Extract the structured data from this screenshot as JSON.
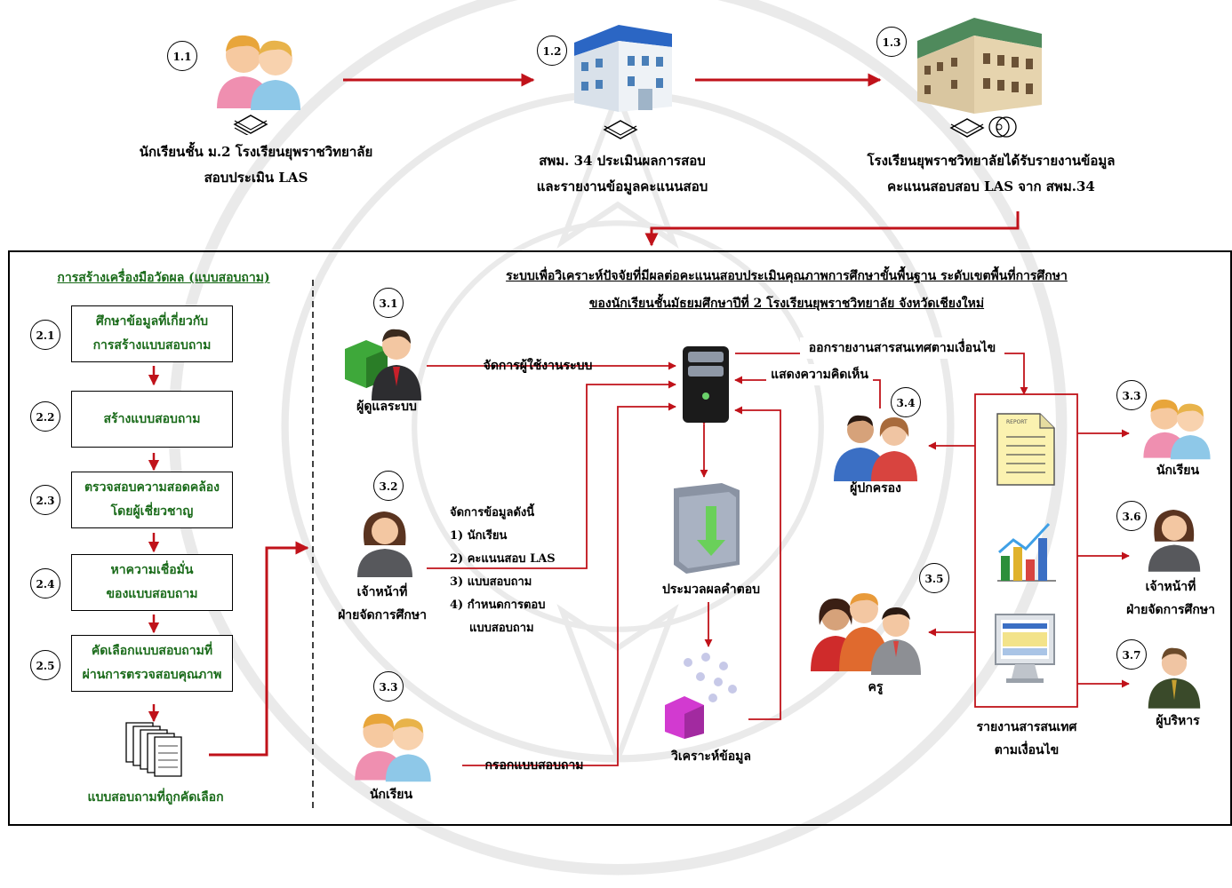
{
  "top": {
    "step_1_1": {
      "number": "1.1",
      "line1": "นักเรียนชั้น ม.2 โรงเรียนยุพราชวิทยาลัย",
      "line2": "สอบประเมิน LAS"
    },
    "step_1_2": {
      "number": "1.2",
      "line1": "สพม. 34 ประเมินผลการสอบ",
      "line2": "และรายงานข้อมูลคะแนนสอบ"
    },
    "step_1_3": {
      "number": "1.3",
      "line1": "โรงเรียนยุพราชวิทยาลัยได้รับรายงานข้อมูล",
      "line2": "คะแนนสอบสอบ LAS จาก สพม.34"
    }
  },
  "left_panel": {
    "heading": "การสร้างเครื่องมือวัดผล (แบบสอบถาม)",
    "steps": [
      {
        "number": "2.1",
        "line1": "ศึกษาข้อมูลที่เกี่ยวกับ",
        "line2": "การสร้างแบบสอบถาม"
      },
      {
        "number": "2.2",
        "line1": "สร้างแบบสอบถาม",
        "line2": ""
      },
      {
        "number": "2.3",
        "line1": "ตรวจสอบความสอดคล้อง",
        "line2": "โดยผู้เชี่ยวชาญ"
      },
      {
        "number": "2.4",
        "line1": "หาความเชื่อมั่น",
        "line2": "ของแบบสอบถาม"
      },
      {
        "number": "2.5",
        "line1": "คัดเลือกแบบสอบถามที่",
        "line2": "ผ่านการตรวจสอบคุณภาพ"
      }
    ],
    "output_label": "แบบสอบถามที่ถูกคัดเลือก"
  },
  "system": {
    "title_line1": "ระบบเพื่อวิเคราะห์ปัจจัยที่มีผลต่อคะแนนสอบประเมินคุณภาพการศึกษาขั้นพื้นฐาน ระดับเขตพื้นที่การศึกษา",
    "title_line2": "ของนักเรียนชั้นมัธยมศึกษาปีที่ 2 โรงเรียนยุพราชวิทยาลัย จังหวัดเชียงใหม่",
    "admin": {
      "number": "3.1",
      "label": "ผู้ดูแลระบบ",
      "edge_label": "จัดการผู้ใช้งานระบบ"
    },
    "staff": {
      "number": "3.2",
      "line1": "เจ้าหน้าที่",
      "line2": "ฝ่ายจัดการศึกษา"
    },
    "staff_tasks": {
      "heading": "จัดการข้อมูลดังนี้",
      "items": [
        "1) นักเรียน",
        "2) คะแนนสอบ LAS",
        "3) แบบสอบถาม",
        "4) กำหนดการตอบ"
      ],
      "tail": "แบบสอบถาม"
    },
    "student_in": {
      "number": "3.3",
      "label": "นักเรียน",
      "edge_label": "กรอกแบบสอบถาม"
    },
    "process_label": "ประมวลผลคำตอบ",
    "analyze_label": "วิเคราะห์ข้อมูล",
    "report_edge_label": "ออกรายงานสารสนเทศตามเงื่อนไข",
    "comment_edge_label": "แสดงความคิดเห็น",
    "parent": {
      "number": "3.4",
      "label": "ผู้ปกครอง"
    },
    "teacher": {
      "number": "3.5",
      "label": "ครู"
    },
    "report_box_label_line1": "รายงานสารสนเทศ",
    "report_box_label_line2": "ตามเงื่อนไข",
    "report_doc_text": "REPORT",
    "out_student": {
      "number": "3.3",
      "label": "นักเรียน"
    },
    "out_staff": {
      "number": "3.6",
      "line1": "เจ้าหน้าที่",
      "line2": "ฝ่ายจัดการศึกษา"
    },
    "out_exec": {
      "number": "3.7",
      "label": "ผู้บริหาร"
    }
  },
  "colors": {
    "arrow": "#c0121a",
    "box_text": "#1a6b1a",
    "border": "#000000"
  }
}
